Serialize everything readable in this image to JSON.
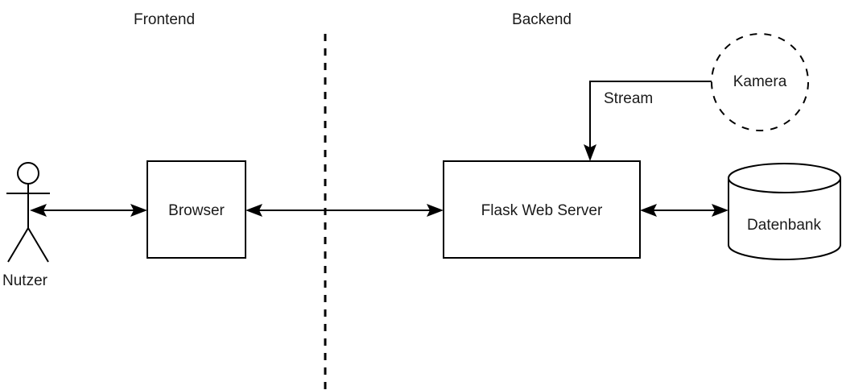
{
  "diagram": {
    "type": "architecture-diagram",
    "background_color": "#ffffff",
    "stroke_color": "#000000",
    "text_color": "#1a1a1a",
    "headers": {
      "frontend": "Frontend",
      "backend": "Backend"
    },
    "nodes": {
      "actor": {
        "label": "Nutzer",
        "shape": "stick-figure"
      },
      "browser": {
        "label": "Browser",
        "shape": "rectangle"
      },
      "server": {
        "label": "Flask Web Server",
        "shape": "rectangle"
      },
      "camera": {
        "label": "Kamera",
        "shape": "dashed-circle"
      },
      "database": {
        "label": "Datenbank",
        "shape": "cylinder"
      }
    },
    "connections": [
      {
        "id": "actor-browser",
        "from": "actor",
        "to": "browser",
        "label": "",
        "arrow": "both"
      },
      {
        "id": "browser-server",
        "from": "browser",
        "to": "server",
        "label": "",
        "arrow": "both"
      },
      {
        "id": "camera-server",
        "from": "camera",
        "to": "server",
        "label": "Stream",
        "arrow": "to-server"
      },
      {
        "id": "server-database",
        "from": "server",
        "to": "database",
        "label": "",
        "arrow": "both"
      }
    ],
    "divider": {
      "orientation": "vertical",
      "style": "dashed",
      "separates": [
        "Frontend",
        "Backend"
      ]
    }
  }
}
